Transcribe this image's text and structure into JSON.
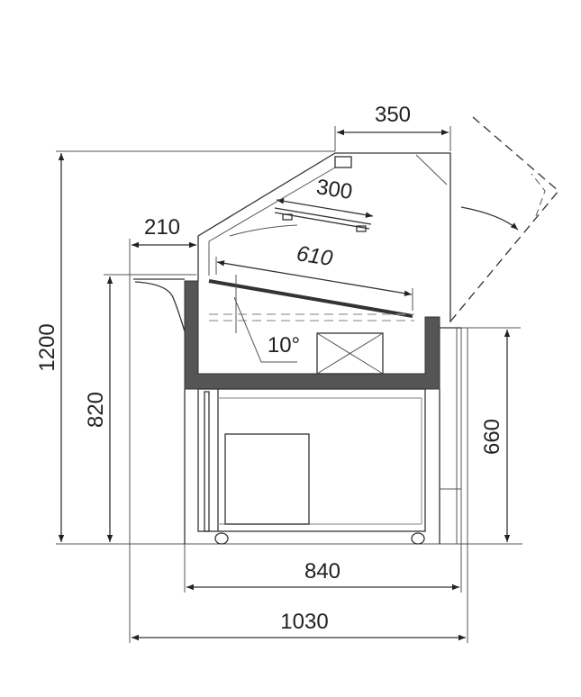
{
  "drawing": {
    "title": "Display counter side section",
    "dimensions": {
      "total_height": "1200",
      "counter_height": "820",
      "rear_height": "660",
      "front_shelf_depth": "210",
      "top_depth": "350",
      "upper_shelf_length": "300",
      "main_shelf_length": "610",
      "shelf_angle": "10°",
      "base_width": "840",
      "total_width": "1030"
    },
    "colors": {
      "line": "#333333",
      "tub": "#555555"
    }
  }
}
